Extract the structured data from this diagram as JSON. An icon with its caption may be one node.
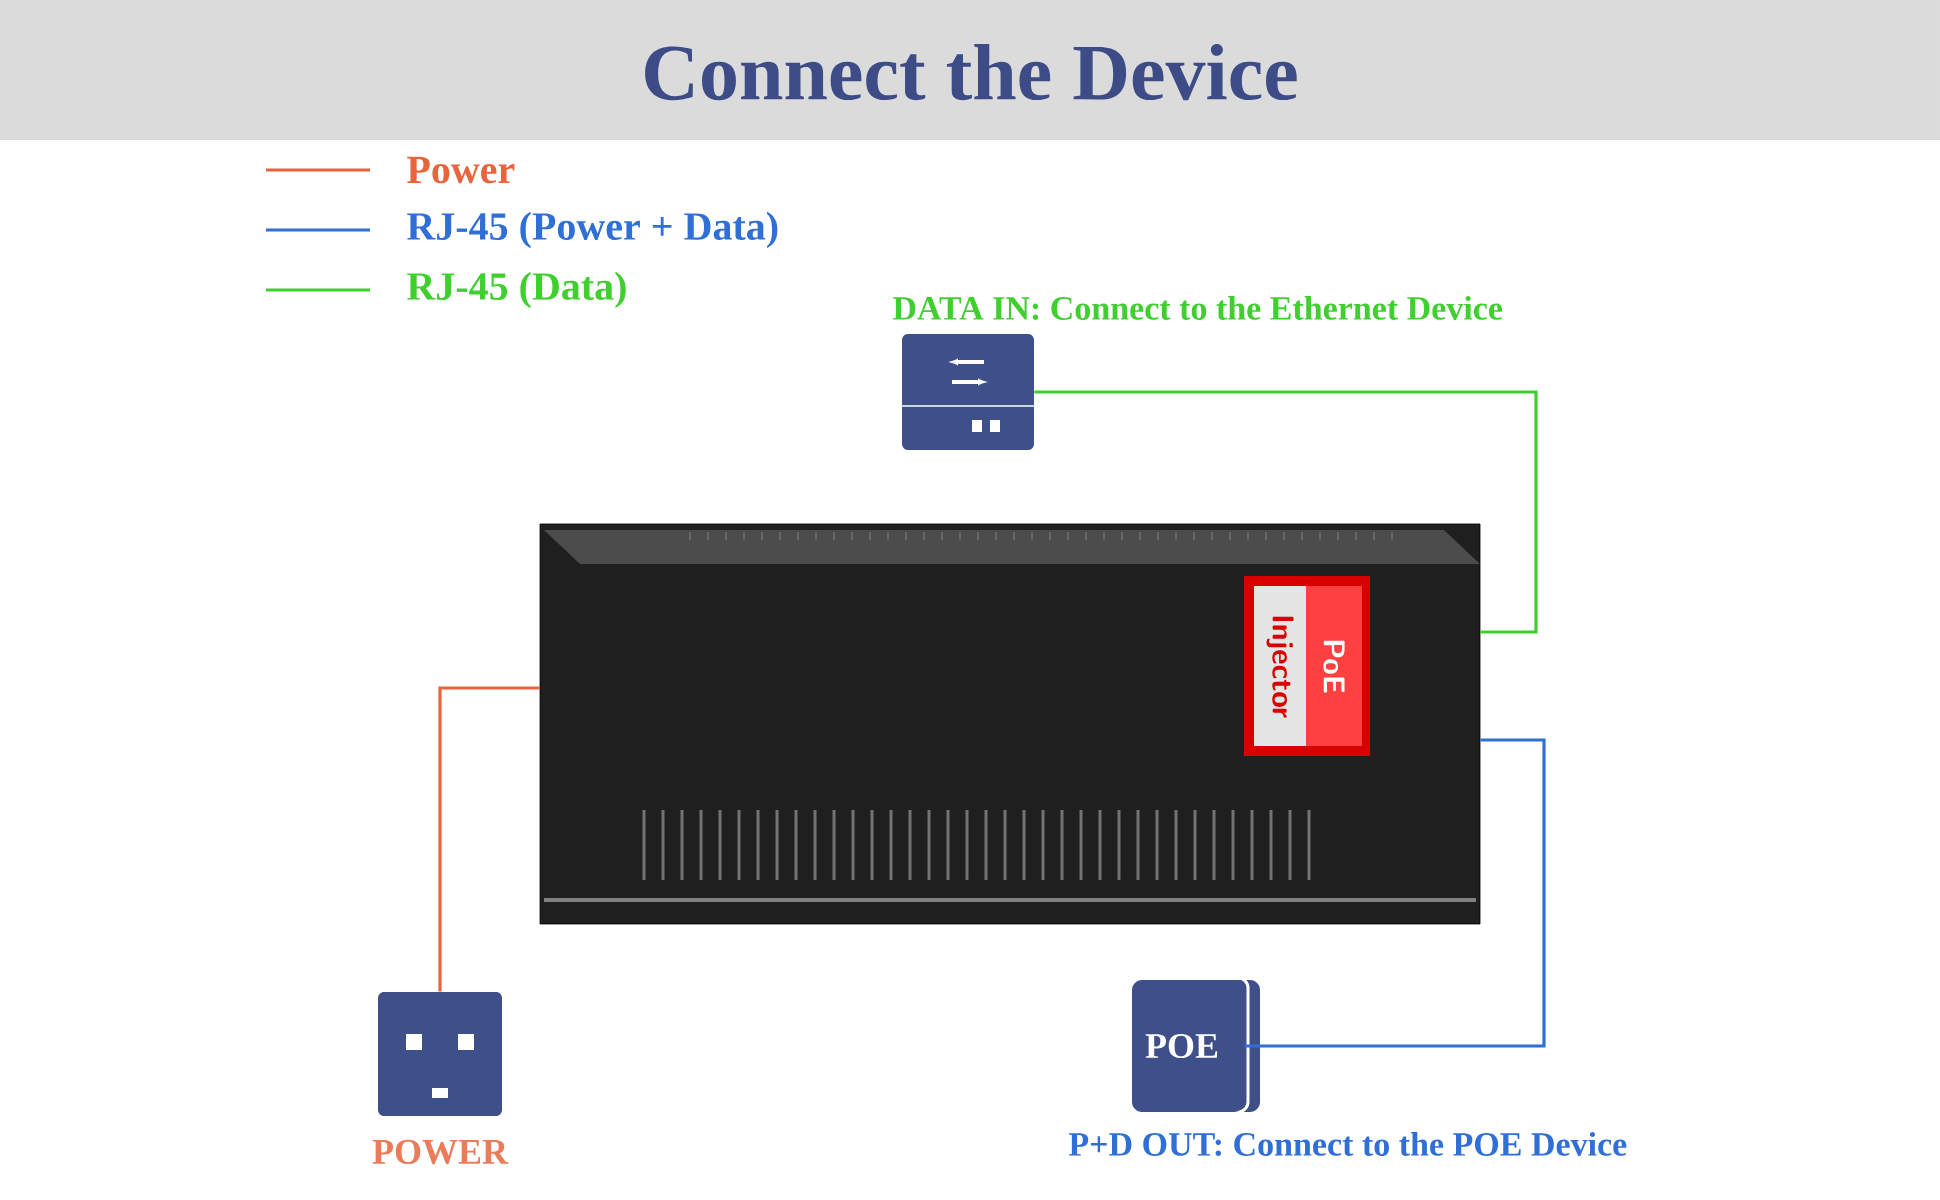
{
  "diagram": {
    "title": "Connect the Device",
    "nodes": [
      {
        "text": [
          "PoE",
          "Injector"
        ]
      },
      {
        "text": [
          "DATA IN: Connect to the Ethernet Device"
        ]
      },
      {
        "text": [
          "POE",
          "P+D OUT: Connect to the POE Device"
        ]
      },
      {
        "text": [
          "POWER"
        ]
      }
    ],
    "edges": [
      {
        "from": 1,
        "to": 0,
        "arrow": "none",
        "color": "#3fcf2f"
      },
      {
        "from": 2,
        "to": 0,
        "arrow": "none",
        "color": "#2f6fd6"
      },
      {
        "from": 3,
        "to": 0,
        "arrow": "none",
        "color": "#e8643c"
      }
    ],
    "legend": [
      {
        "text": "Power"
      },
      {
        "text": "RJ-45 (Power + Data)"
      },
      {
        "text": "RJ-45 (Data)"
      }
    ]
  }
}
